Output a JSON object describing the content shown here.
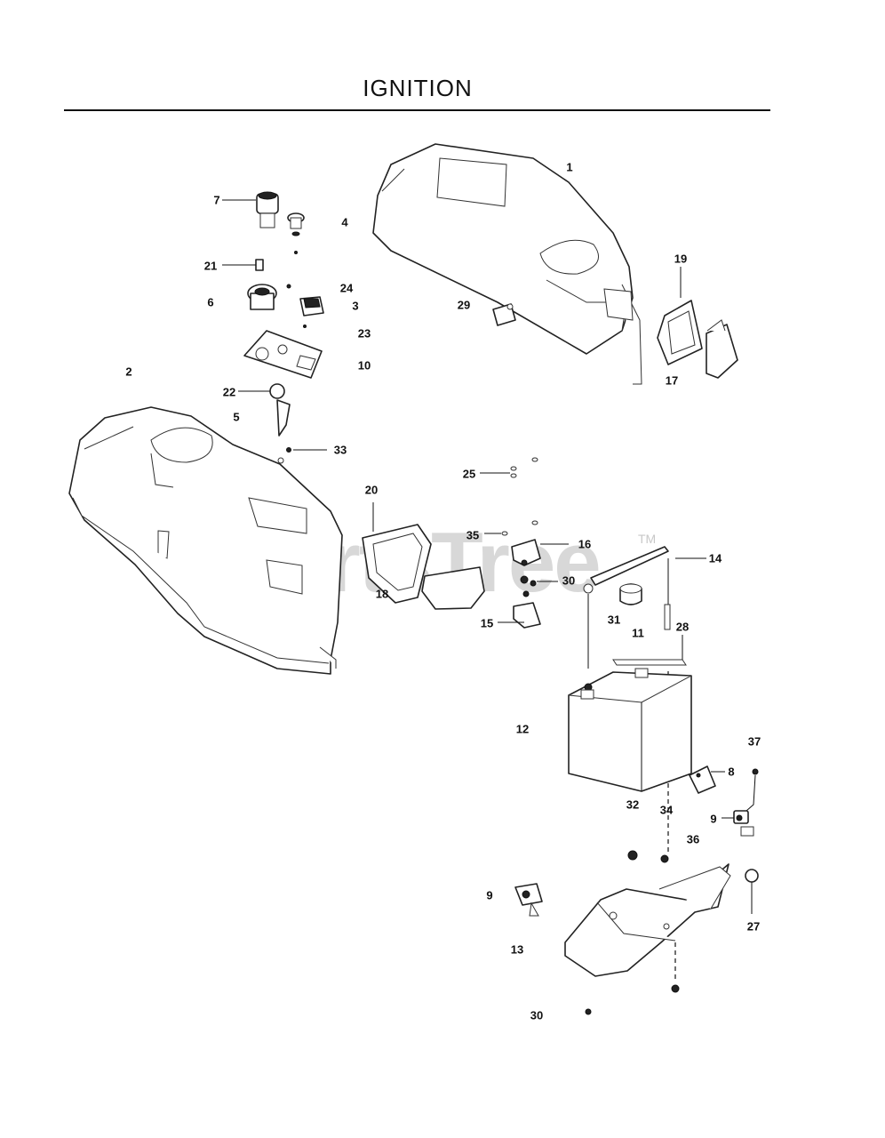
{
  "title": "IGNITION",
  "watermark": {
    "text": "PartsTree",
    "mark": "TM"
  },
  "labels": {
    "l1": "1",
    "l2": "2",
    "l3": "3",
    "l4": "4",
    "l5": "5",
    "l6": "6",
    "l7": "7",
    "l8": "8",
    "l9a": "9",
    "l9b": "9",
    "l10": "10",
    "l11": "11",
    "l12": "12",
    "l13": "13",
    "l14": "14",
    "l15": "15",
    "l16": "16",
    "l17": "17",
    "l18": "18",
    "l19": "19",
    "l20": "20",
    "l21": "21",
    "l22": "22",
    "l23": "23",
    "l24": "24",
    "l25": "25",
    "l27": "27",
    "l28": "28",
    "l29": "29",
    "l30a": "30",
    "l30b": "30",
    "l31": "31",
    "l32": "32",
    "l33": "33",
    "l34": "34",
    "l35": "35",
    "l36": "36",
    "l37": "37"
  },
  "colors": {
    "line": "#222222",
    "watermark": "#d8d8d8",
    "background": "#ffffff"
  }
}
